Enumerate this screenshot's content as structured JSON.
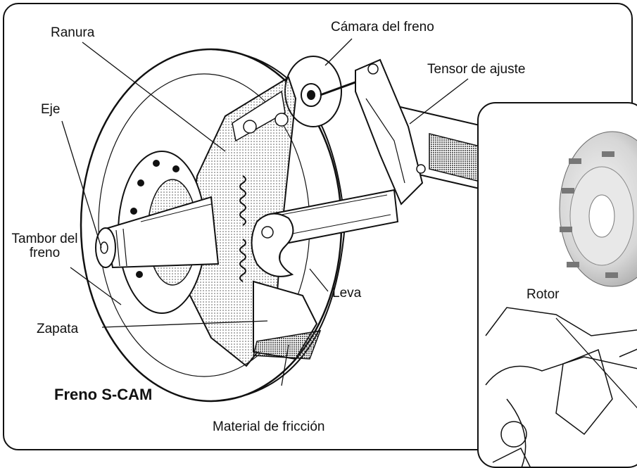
{
  "labels": {
    "ranura": "Ranura",
    "camara": "Cámara del freno",
    "tensor": "Tensor de ajuste",
    "eje": "Eje",
    "tambor_line1": "Tambor del",
    "tambor_line2": "freno",
    "leva": "Leva",
    "zapata": "Zapata",
    "material": "Material de fricción",
    "rotor": "Rotor"
  },
  "title": "Freno S-CAM"
}
